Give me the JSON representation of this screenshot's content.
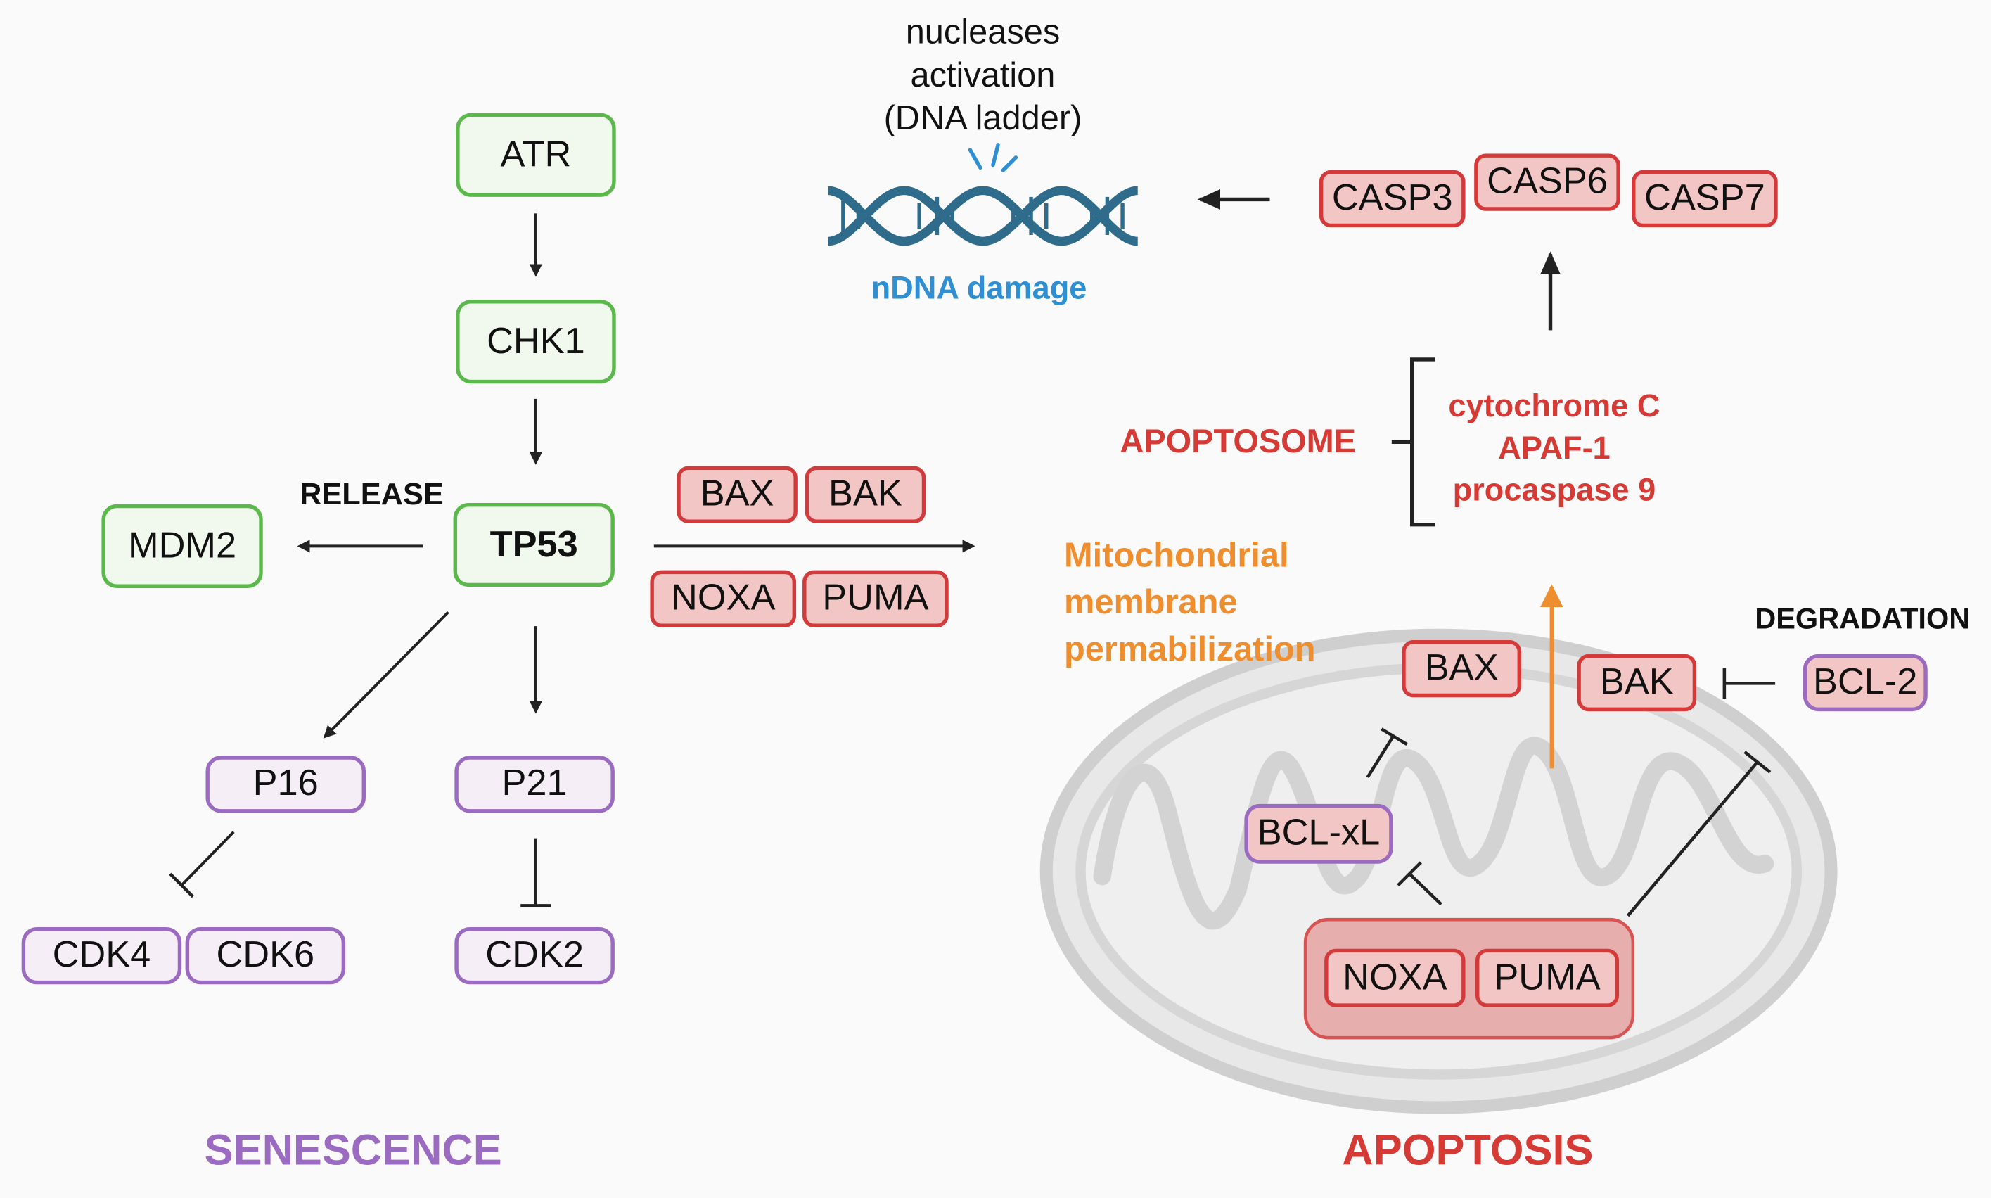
{
  "nodes": {
    "atr": "ATR",
    "chk1": "CHK1",
    "tp53": "TP53",
    "mdm2": "MDM2",
    "p16": "P16",
    "p21": "P21",
    "cdk4": "CDK4",
    "cdk6": "CDK6",
    "cdk2": "CDK2",
    "bax_mid": "BAX",
    "bak_mid": "BAK",
    "noxa_mid": "NOXA",
    "puma_mid": "PUMA",
    "casp3": "CASP3",
    "casp6": "CASP6",
    "casp7": "CASP7",
    "bax_mito": "BAX",
    "bak_mito": "BAK",
    "bcl2": "BCL-2",
    "bclxl": "BCL-xL",
    "noxa_mito": "NOXA",
    "puma_mito": "PUMA"
  },
  "labels": {
    "release": "RELEASE",
    "degradation": "DEGRADATION",
    "senescence": "SENESCENCE",
    "apoptosis": "APOPTOSIS",
    "apoptosome": "APOPTOSOME",
    "apoptosome_components": [
      "cytochrome C",
      "APAF-1",
      "procaspase 9"
    ],
    "nucleases": [
      "nucleases",
      "activation",
      "(DNA ladder)"
    ],
    "ndna_damage": "nDNA damage",
    "mito_perm": [
      "Mitochondrial",
      "membrane",
      "permabilization"
    ]
  },
  "colors": {
    "green": "#5bb84a",
    "purple": "#9b6bc1",
    "red": "#d53a3a",
    "orange": "#ef8e2e",
    "dna": "#2f6b8a",
    "ndna_text": "#2e8fd3",
    "senescence": "#9b6bc1",
    "apoptosis": "#d63a35"
  },
  "icons": [
    "dna-helix-icon",
    "dna-break-spark-icon",
    "mitochondrion-icon"
  ]
}
